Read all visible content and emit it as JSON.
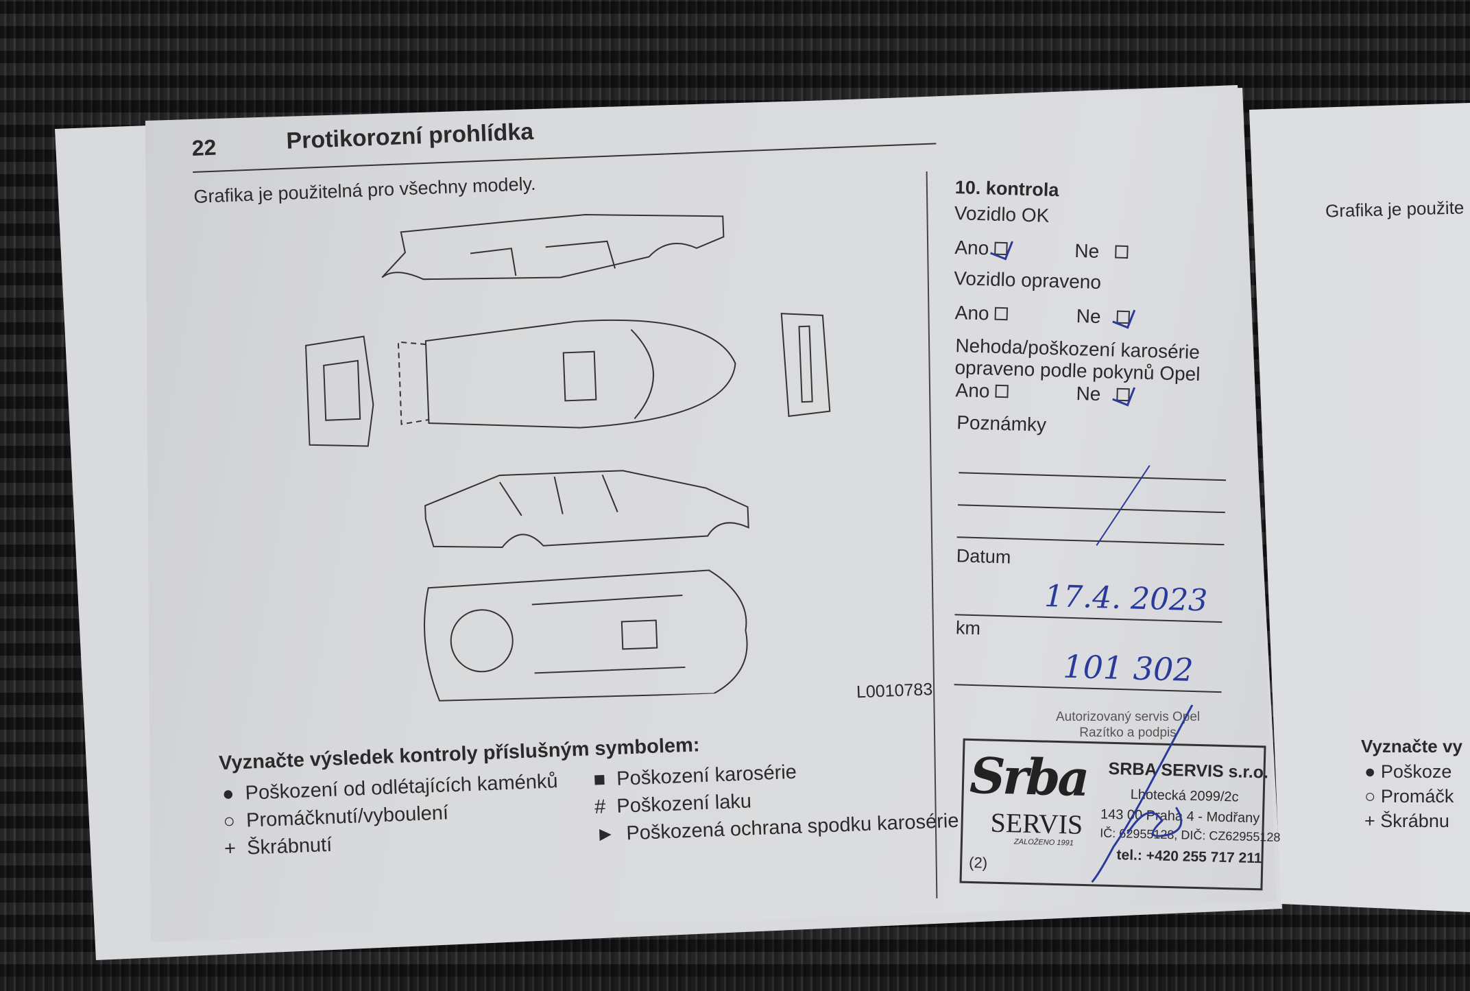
{
  "left_page": {
    "page_number": "22",
    "title": "Protikorozní prohlídka",
    "subtitle": "Grafika je použitelná pro všechny modely.",
    "figure_code": "L0010783",
    "legend_heading": "Vyznačte výsledek kontroly příslušným symbolem:",
    "legend": [
      {
        "symbol": "●",
        "label": "Poškození od odlétajících kaménků"
      },
      {
        "symbol": "○",
        "label": "Promáčknutí/vyboulení"
      },
      {
        "symbol": "+",
        "label": "Škrábnutí"
      },
      {
        "symbol": "■",
        "label": "Poškození karosérie"
      },
      {
        "symbol": "#",
        "label": "Poškození laku"
      },
      {
        "symbol": "►",
        "label": "Poškozená ochrana spodku karosérie"
      }
    ]
  },
  "form": {
    "heading": "10. kontrola",
    "q1": {
      "label": "Vozidlo OK",
      "yes": "Ano",
      "no": "Ne",
      "answer": "Ano"
    },
    "q2": {
      "label": "Vozidlo opraveno",
      "yes": "Ano",
      "no": "Ne",
      "answer": "Ne"
    },
    "q3": {
      "label1": "Nehoda/poškození karosérie",
      "label2": "opraveno podle pokynů Opel",
      "yes": "Ano",
      "no": "Ne",
      "answer": "Ne"
    },
    "notes_label": "Poznámky",
    "date_label": "Datum",
    "date_value": "17.4. 2023",
    "km_label": "km",
    "km_value": "101 302",
    "stamp_caption1": "Autorizovaný servis Opel",
    "stamp_caption2": "Razítko a podpis",
    "stamp": {
      "logo_top": "Srba",
      "logo_bottom": "SERVIS",
      "logo_tag": "ZALOŽENO 1991",
      "company": "SRBA SERVIS s.r.o.",
      "street": "Lhotecká 2099/2c",
      "city": "143 00 Praha 4 - Modřany",
      "ids": "IČ: 62955128, DIČ: CZ62955128",
      "phone": "tel.: +420 255 717 211",
      "number": "(2)"
    }
  },
  "right_page": {
    "subtitle_partial": "Grafika je použite",
    "legend_heading_partial": "Vyznačte vy",
    "legend_partial": [
      "Poškoze",
      "Promáčk",
      "Škrábnu"
    ]
  },
  "colors": {
    "ink": "#2b3a9a",
    "paper": "#dcdde0"
  }
}
